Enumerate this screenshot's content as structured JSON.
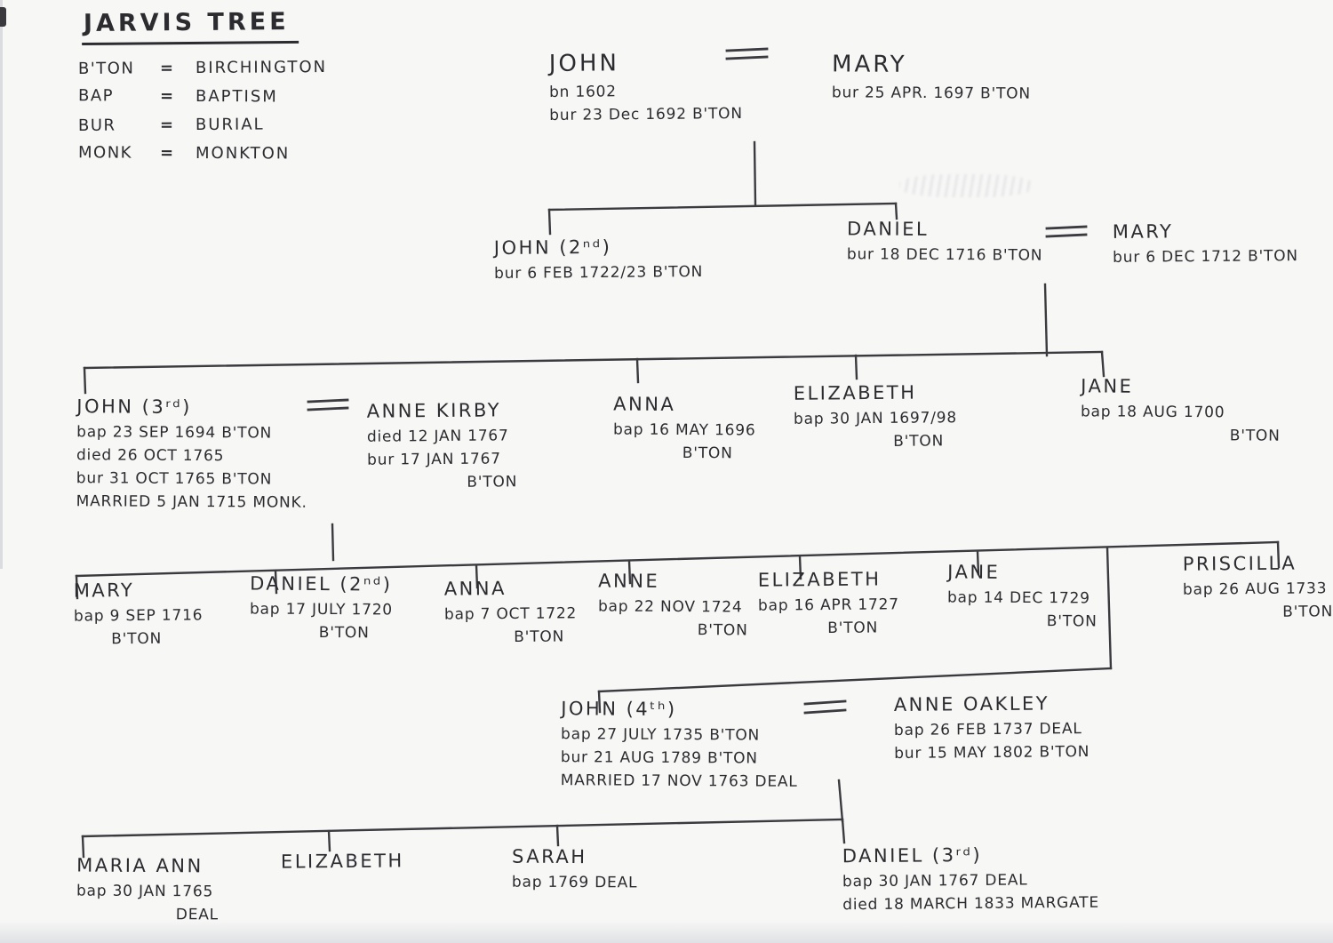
{
  "page": {
    "title": "JARVIS TREE"
  },
  "legend": {
    "separator": "=",
    "entries": [
      {
        "abbr": "B'TON",
        "meaning": "BIRCHINGTON"
      },
      {
        "abbr": "BAP",
        "meaning": "BAPTISM"
      },
      {
        "abbr": "BUR",
        "meaning": "BURIAL"
      },
      {
        "abbr": "MONK",
        "meaning": "MONKTON"
      }
    ]
  },
  "tree": {
    "persons": [
      {
        "id": "john-1",
        "name": "JOHN",
        "lines": [
          "bn 1602",
          "bur 23 Dec 1692 B'TON"
        ]
      },
      {
        "id": "mary-1",
        "name": "MARY",
        "lines": [
          "bur 25 APR. 1697 B'TON"
        ]
      },
      {
        "id": "john-2",
        "name": "JOHN (2ⁿᵈ)",
        "lines": [
          "bur 6 FEB 1722/23 B'TON"
        ]
      },
      {
        "id": "daniel-1",
        "name": "DANIEL",
        "lines": [
          "bur 18 DEC 1716 B'TON"
        ]
      },
      {
        "id": "mary-2",
        "name": "MARY",
        "lines": [
          "bur 6 DEC 1712 B'TON"
        ]
      },
      {
        "id": "john-3",
        "name": "JOHN (3ʳᵈ)",
        "lines": [
          "bap 23 SEP 1694 B'TON",
          "died 26 OCT 1765",
          "bur 31 OCT 1765 B'TON",
          "MARRIED 5 JAN 1715 MONK."
        ]
      },
      {
        "id": "anne-kirby",
        "name": "ANNE KIRBY",
        "lines": [
          "died 12 JAN 1767",
          "bur 17 JAN 1767",
          "B'TON"
        ]
      },
      {
        "id": "anna-1",
        "name": "ANNA",
        "lines": [
          "bap 16 MAY 1696",
          "B'TON"
        ]
      },
      {
        "id": "elizabeth-1",
        "name": "ELIZABETH",
        "lines": [
          "bap 30 JAN 1697/98",
          "B'TON"
        ]
      },
      {
        "id": "jane-1",
        "name": "JANE",
        "lines": [
          "bap 18 AUG 1700",
          "B'TON"
        ]
      },
      {
        "id": "mary-3",
        "name": "MARY",
        "lines": [
          "bap 9 SEP 1716",
          "B'TON"
        ]
      },
      {
        "id": "daniel-2",
        "name": "DANIEL (2ⁿᵈ)",
        "lines": [
          "bap 17 JULY 1720",
          "B'TON"
        ]
      },
      {
        "id": "anna-2",
        "name": "ANNA",
        "lines": [
          "bap 7 OCT 1722",
          "B'TON"
        ]
      },
      {
        "id": "anne-2",
        "name": "ANNE",
        "lines": [
          "bap 22 NOV 1724",
          "B'TON"
        ]
      },
      {
        "id": "elizabeth-2",
        "name": "ELIZABETH",
        "lines": [
          "bap 16 APR 1727",
          "B'TON"
        ]
      },
      {
        "id": "jane-2",
        "name": "JANE",
        "lines": [
          "bap 14 DEC 1729",
          "B'TON"
        ]
      },
      {
        "id": "priscilla",
        "name": "PRISCILLA",
        "lines": [
          "bap 26 AUG 1733",
          "B'TON"
        ]
      },
      {
        "id": "john-4",
        "name": "JOHN (4ᵗʰ)",
        "lines": [
          "bap 27 JULY 1735 B'TON",
          "bur 21 AUG 1789 B'TON",
          "MARRIED 17 NOV 1763 DEAL"
        ]
      },
      {
        "id": "anne-oakley",
        "name": "ANNE OAKLEY",
        "lines": [
          "bap 26 FEB 1737 DEAL",
          "bur 15 MAY 1802 B'TON"
        ]
      },
      {
        "id": "maria-ann",
        "name": "MARIA ANN",
        "lines": [
          "bap 30 JAN 1765",
          "DEAL"
        ]
      },
      {
        "id": "elizabeth-3",
        "name": "ELIZABETH",
        "lines": []
      },
      {
        "id": "sarah",
        "name": "SARAH",
        "lines": [
          "bap 1769 DEAL"
        ]
      },
      {
        "id": "daniel-3",
        "name": "DANIEL (3ʳᵈ)",
        "lines": [
          "bap 30 JAN 1767 DEAL",
          "died 18 MARCH 1833 MARGATE"
        ]
      }
    ]
  },
  "colors": {
    "ink": "#2c2c30",
    "paper": "#f7f7f6",
    "line": "#3a3a3f"
  }
}
